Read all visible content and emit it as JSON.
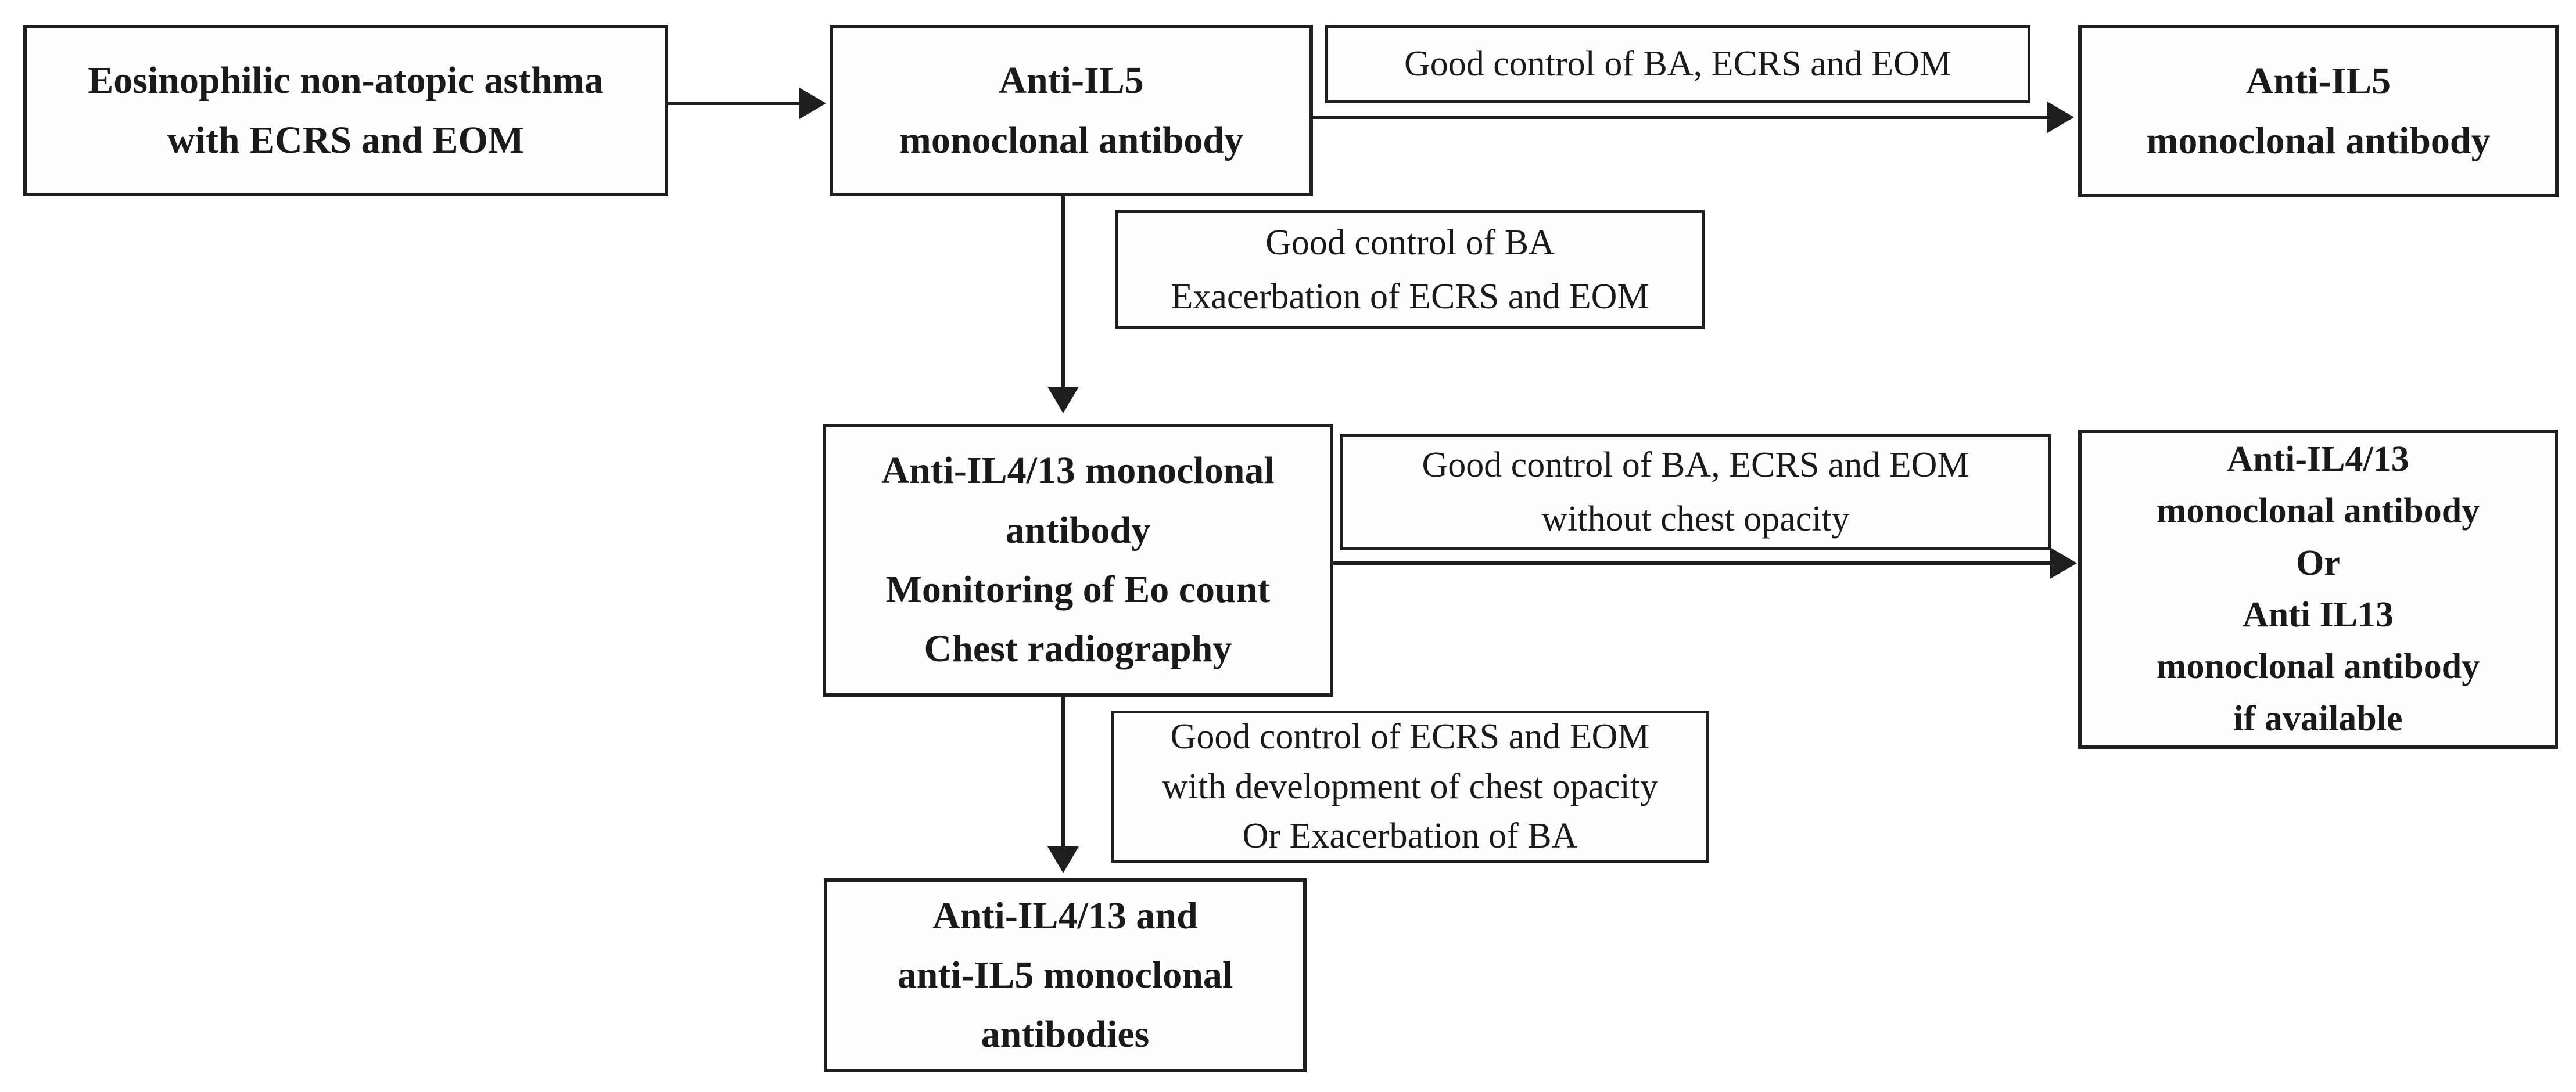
{
  "flowchart": {
    "nodes": {
      "start": {
        "text": "Eosinophilic non-atopic asthma\nwith ECRS and EOM"
      },
      "anti_il5": {
        "text": "Anti-IL5\nmonoclonal antibody"
      },
      "anti_il5_continue": {
        "text": "Anti-IL5\nmonoclonal antibody"
      },
      "anti_il4_13_monitoring": {
        "text": "Anti-IL4/13 monoclonal\nantibody\nMonitoring of Eo count\nChest radiography"
      },
      "anti_il4_13_or_il13": {
        "text": "Anti-IL4/13\nmonoclonal antibody\nOr\nAnti IL13\nmonoclonal antibody\nif available"
      },
      "combination": {
        "text": "Anti-IL4/13 and\nanti-IL5 monoclonal\nantibodies"
      }
    },
    "edge_labels": {
      "good_control_all": {
        "text": "Good control of BA, ECRS and EOM"
      },
      "good_ba_exacerbation_ecrs_eom": {
        "text": "Good control of BA\nExacerbation of ECRS and EOM"
      },
      "good_all_without_opacity": {
        "text": "Good control of BA, ECRS and EOM\nwithout chest opacity"
      },
      "good_ecrs_eom_opacity_or_ba": {
        "text": "Good control of ECRS and EOM\nwith development of chest opacity\nOr Exacerbation of BA"
      }
    },
    "colors": {
      "border": "#1f1f1f",
      "text": "#1a1a1a",
      "background": "#ffffff"
    }
  }
}
